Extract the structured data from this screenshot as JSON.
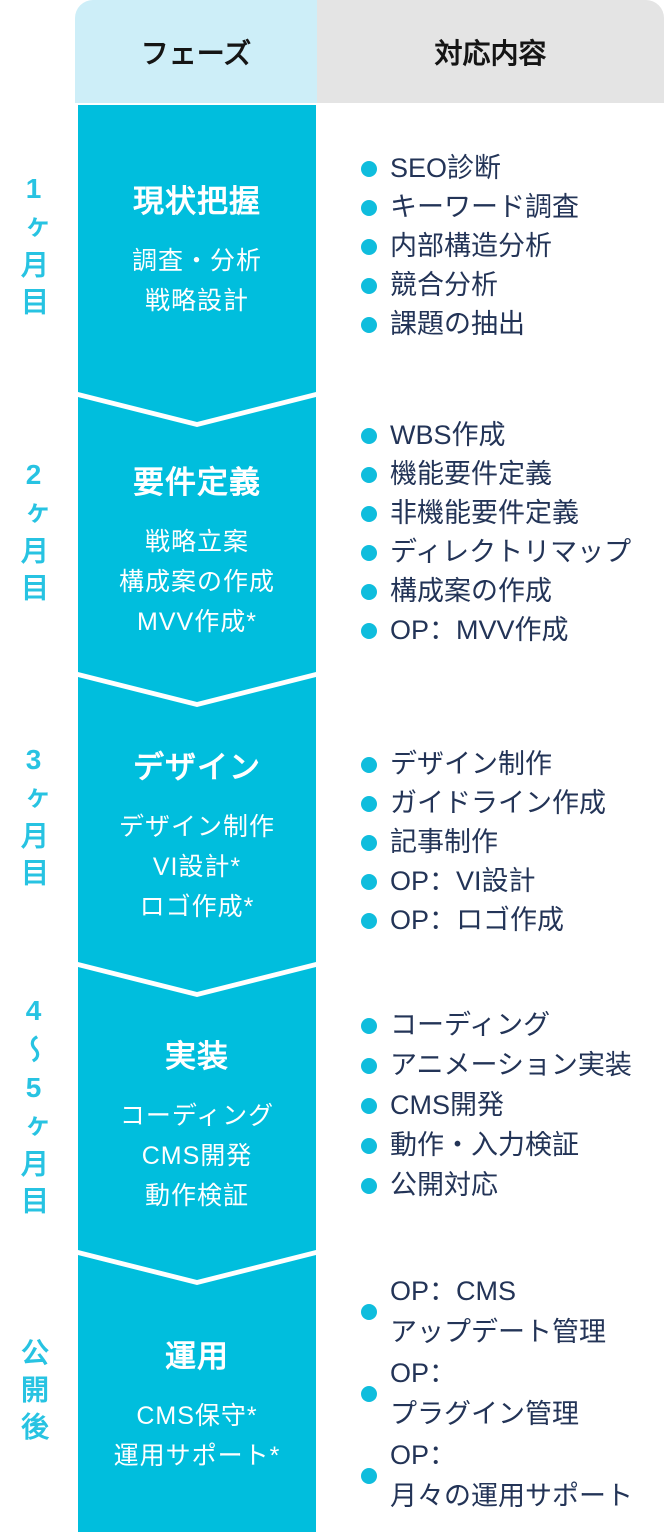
{
  "header": {
    "phase_label": "フェーズ",
    "content_label": "対応内容"
  },
  "colors": {
    "accent_cyan": "#00bedd",
    "light_cyan_header": "#cdeef8",
    "gray_header": "#e4e4e4",
    "month_label_cyan": "#27c3e2",
    "bullet_dot_cyan": "#0fbddd",
    "body_text_navy": "#233457",
    "phase_text_white": "#ffffff"
  },
  "phases": [
    {
      "month": "1ヶ月目",
      "title": "現状把握",
      "subtitle_lines": [
        "調査・分析",
        "戦略設計"
      ],
      "items": [
        "SEO診断",
        "キーワード調査",
        "内部構造分析",
        "競合分析",
        "課題の抽出"
      ]
    },
    {
      "month": "2ヶ月目",
      "title": "要件定義",
      "subtitle_lines": [
        "戦略立案",
        "構成案の作成",
        "MVV作成*"
      ],
      "items": [
        "WBS作成",
        "機能要件定義",
        "非機能要件定義",
        "ディレクトリマップ",
        "構成案の作成",
        "OP：MVV作成"
      ]
    },
    {
      "month": "3ヶ月目",
      "title": "デザイン",
      "subtitle_lines": [
        "デザイン制作",
        "VI設計*",
        "ロゴ作成*"
      ],
      "items": [
        "デザイン制作",
        "ガイドライン作成",
        "記事制作",
        "OP：VI設計",
        "OP：ロゴ作成"
      ]
    },
    {
      "month": "4〜5ヶ月目",
      "title": "実装",
      "subtitle_lines": [
        "コーディング",
        "CMS開発",
        "動作検証"
      ],
      "items": [
        "コーディング",
        "アニメーション実装",
        "CMS開発",
        "動作・入力検証",
        "公開対応"
      ]
    },
    {
      "month": "公開後",
      "title": "運用",
      "subtitle_lines": [
        "CMS保守*",
        "運用サポート*"
      ],
      "items": [
        "OP：CMS\nアップデート管理",
        "OP：\nプラグイン管理",
        "OP：\n月々の運用サポート"
      ]
    }
  ]
}
